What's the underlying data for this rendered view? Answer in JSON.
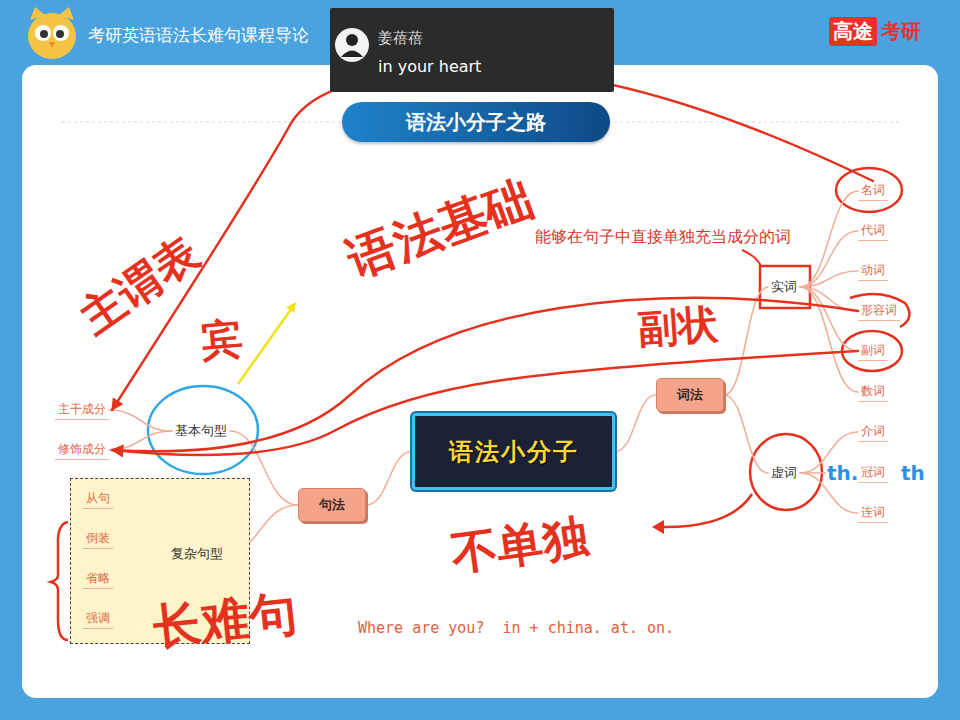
{
  "diagram": {
    "title": "语法小分子之路",
    "nodes": [
      {
        "text": [
          "姜蓓蓓",
          "in your heart"
        ]
      },
      {
        "text": [
          "语法小分子"
        ]
      },
      {
        "text": [
          "词法"
        ]
      },
      {
        "text": [
          "实词"
        ]
      },
      {
        "text": [
          "名词"
        ]
      },
      {
        "text": [
          "代词"
        ]
      },
      {
        "text": [
          "动词"
        ]
      },
      {
        "text": [
          "形容词"
        ]
      },
      {
        "text": [
          "副词"
        ]
      },
      {
        "text": [
          "数词"
        ]
      },
      {
        "text": [
          "虚词"
        ]
      },
      {
        "text": [
          "介词"
        ]
      },
      {
        "text": [
          "冠词"
        ]
      },
      {
        "text": [
          "连词"
        ]
      },
      {
        "text": [
          "句法"
        ]
      },
      {
        "text": [
          "基本句型"
        ]
      },
      {
        "text": [
          "主干成分"
        ]
      },
      {
        "text": [
          "修饰成分"
        ]
      },
      {
        "text": [
          "复杂句型"
        ]
      },
      {
        "text": [
          "从句"
        ],
        "in": 18
      },
      {
        "text": [
          "倒装"
        ],
        "in": 18
      },
      {
        "text": [
          "省略"
        ],
        "in": 18
      },
      {
        "text": [
          "强调"
        ],
        "in": 18
      }
    ],
    "edges": [
      {
        "from": 1,
        "to": 2,
        "arrow": "none"
      },
      {
        "from": 2,
        "to": 3,
        "arrow": "none"
      },
      {
        "from": 3,
        "to": 4,
        "arrow": "none"
      },
      {
        "from": 3,
        "to": 5,
        "arrow": "none"
      },
      {
        "from": 3,
        "to": 6,
        "arrow": "none"
      },
      {
        "from": 3,
        "to": 7,
        "arrow": "none"
      },
      {
        "from": 3,
        "to": 8,
        "arrow": "none"
      },
      {
        "from": 3,
        "to": 9,
        "arrow": "none"
      },
      {
        "from": 2,
        "to": 10,
        "arrow": "none"
      },
      {
        "from": 10,
        "to": 11,
        "arrow": "none"
      },
      {
        "from": 10,
        "to": 12,
        "arrow": "none"
      },
      {
        "from": 10,
        "to": 13,
        "arrow": "none"
      },
      {
        "from": 1,
        "to": 14,
        "arrow": "none"
      },
      {
        "from": 14,
        "to": 15,
        "arrow": "none"
      },
      {
        "from": 15,
        "to": 16,
        "arrow": "none"
      },
      {
        "from": 15,
        "to": 17,
        "arrow": "none"
      },
      {
        "from": 14,
        "to": 18,
        "arrow": "none"
      },
      {
        "from": 18,
        "to": 19,
        "arrow": "none"
      },
      {
        "from": 18,
        "to": 20,
        "arrow": "none"
      },
      {
        "from": 18,
        "to": 21,
        "arrow": "none"
      },
      {
        "from": 18,
        "to": 22,
        "arrow": "none"
      },
      {
        "from": 4,
        "to": 16,
        "arrow": "to"
      },
      {
        "from": 7,
        "to": 17,
        "arrow": "to"
      },
      {
        "from": 8,
        "to": 17,
        "arrow": "to"
      }
    ],
    "labels": [
      "考研英语语法长难句课程导论",
      "高途",
      "考研",
      "能够在句子中直接单独充当成分的词",
      "主谓表",
      "宾",
      "语法基础",
      "副状",
      "th.",
      "th",
      "不单独",
      "长难句",
      "Where are you?  in + china. at. on."
    ]
  }
}
